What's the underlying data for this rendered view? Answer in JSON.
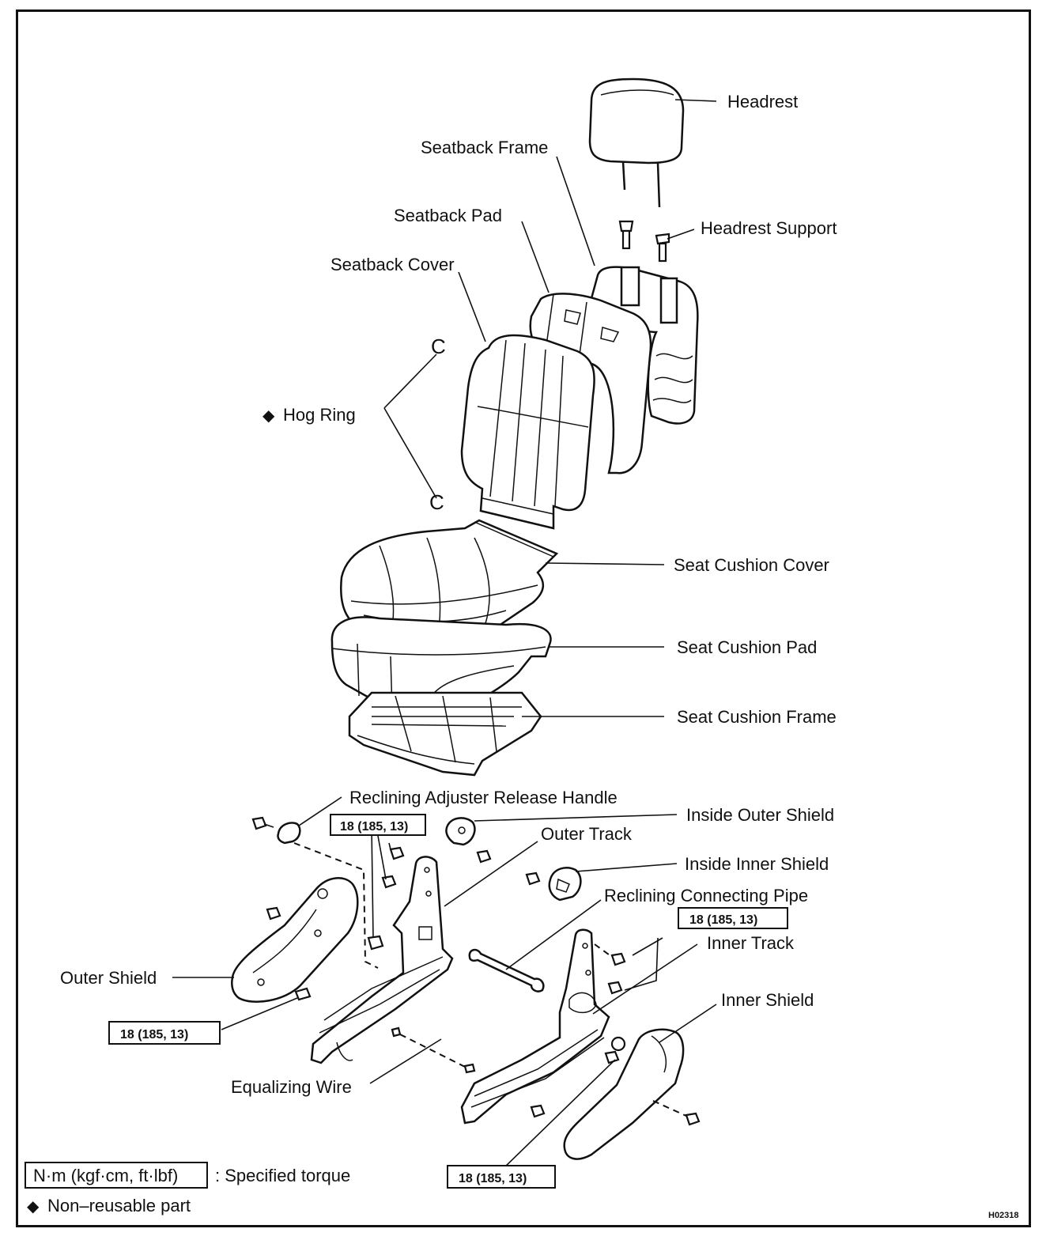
{
  "labels": {
    "headrest": "Headrest",
    "seatback_frame": "Seatback Frame",
    "seatback_pad": "Seatback Pad",
    "headrest_support": "Headrest Support",
    "seatback_cover": "Seatback Cover",
    "hog_ring": "Hog Ring",
    "seat_cushion_cover": "Seat Cushion Cover",
    "seat_cushion_pad": "Seat Cushion Pad",
    "seat_cushion_frame": "Seat Cushion Frame",
    "reclining_adjuster_release_handle": "Reclining Adjuster Release Handle",
    "inside_outer_shield": "Inside Outer Shield",
    "outer_track": "Outer Track",
    "inside_inner_shield": "Inside Inner Shield",
    "reclining_connecting_pipe": "Reclining Connecting Pipe",
    "inner_track": "Inner Track",
    "outer_shield": "Outer Shield",
    "inner_shield": "Inner Shield",
    "equalizing_wire": "Equalizing Wire"
  },
  "torque_boxes": {
    "handle_area": "18 (185, 13)",
    "inner_track_upper": "18 (185, 13)",
    "outer_shield_lower": "18 (185, 13)",
    "inner_track_lower": "18 (185, 13)"
  },
  "hog_ring_clip_glyph": "C",
  "legend": {
    "torque_unit_box": "N·m (kgf·cm, ft·lbf)",
    "torque_desc": ": Specified torque",
    "non_reusable_marker": "◆",
    "non_reusable_desc": "Non–reusable part"
  },
  "figure_code": "H02318"
}
